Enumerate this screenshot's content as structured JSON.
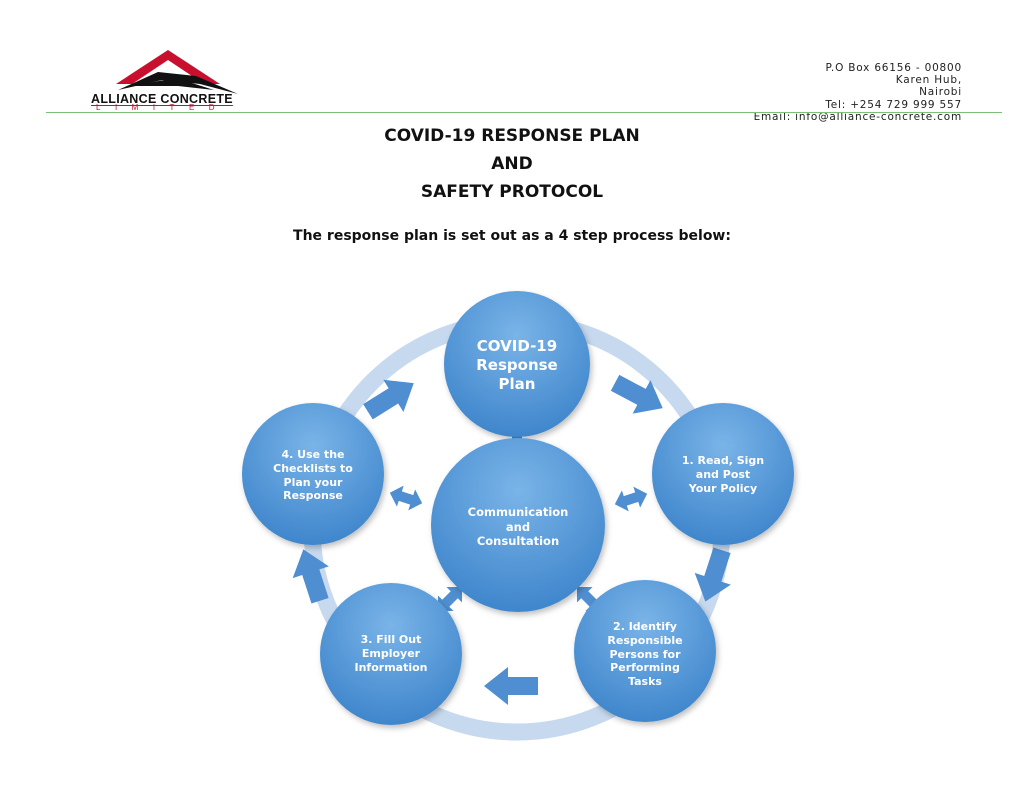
{
  "header": {
    "company_name": "ALLIANCE CONCRETE",
    "company_sub": "LIMITED",
    "contact_lines": [
      "P.O Box 66156 - 00800",
      "Karen Hub,",
      "Nairobi",
      "Tel: +254 729 999 557",
      "Email: info@alliance-concrete.com"
    ],
    "colors": {
      "logo_red": "#c8102e",
      "logo_black": "#111111",
      "rule_green": "#7cbf7a"
    }
  },
  "document": {
    "title_lines": [
      "COVID-19 RESPONSE PLAN",
      "AND",
      "SAFETY PROTOCOL"
    ],
    "subtitle": "The response plan is set out as a 4 step process below:"
  },
  "diagram": {
    "colors": {
      "node_blue": "#4a8fd2",
      "node_light": "#7ab4e8",
      "ring": "#c7d9ee",
      "arrow": "#4f8ed0"
    },
    "top_node": {
      "lines": [
        "COVID-19",
        "Response",
        "Plan"
      ]
    },
    "center_node": {
      "lines": [
        "Communication",
        "and",
        "Consultation"
      ]
    },
    "steps": [
      {
        "lines": [
          "1. Read, Sign",
          "and Post",
          "Your Policy"
        ]
      },
      {
        "lines": [
          "2. Identify",
          "Responsible",
          "Persons for",
          "Performing",
          "Tasks"
        ]
      },
      {
        "lines": [
          "3. Fill Out",
          "Employer",
          "Information"
        ]
      },
      {
        "lines": [
          "4. Use the",
          "Checklists to",
          "Plan your",
          "Response"
        ]
      }
    ]
  }
}
